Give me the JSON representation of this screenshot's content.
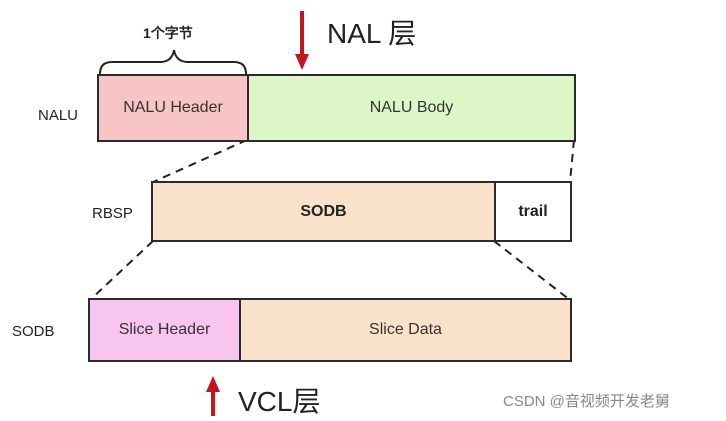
{
  "rows": {
    "nalu": {
      "label": "NALU",
      "header": {
        "text": "NALU Header",
        "color": "#f7c5c5"
      },
      "body": {
        "text": "NALU Body",
        "color": "#ddf6c8"
      }
    },
    "rbsp": {
      "label": "RBSP",
      "sodb": {
        "text": "SODB",
        "color": "#fae1c9"
      },
      "trail": {
        "text": "trail",
        "color": "#ffffff"
      }
    },
    "sodb": {
      "label": "SODB",
      "slice_header": {
        "text": "Slice Header",
        "color": "#f7c5ee"
      },
      "slice_data": {
        "text": "Slice Data",
        "color": "#fae1c9"
      }
    }
  },
  "brace_label": "1个字节",
  "nal_layer": {
    "label": "NAL 层",
    "arrow_color": "#c0161c"
  },
  "vcl_layer": {
    "label": "VCL层",
    "arrow_color": "#c0161c"
  },
  "watermark": "CSDN @音视频开发老舅"
}
